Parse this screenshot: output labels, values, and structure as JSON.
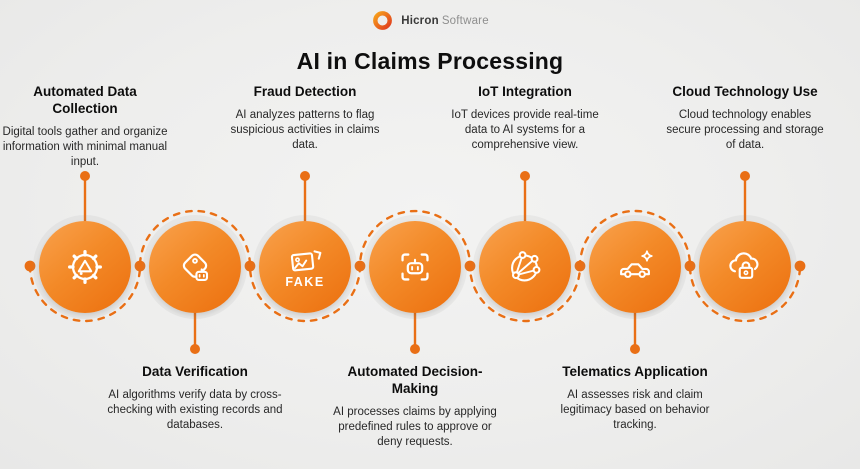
{
  "brand": {
    "name_bold": "Hicron",
    "name_light": "Software"
  },
  "title": "AI in Claims Processing",
  "colors": {
    "background": "#eeeeed",
    "accent": "#e96f15",
    "circle_gradient_start": "#f9a24e",
    "circle_gradient_end": "#ec6f0e",
    "heading_text": "#0d0d0d",
    "body_text": "#282828",
    "logo_gradient_start": "#f7a21b",
    "logo_gradient_end": "#e03c1e"
  },
  "steps": [
    {
      "position": "top",
      "title": "Automated Data Collection",
      "description": "Digital tools gather and organize information with minimal manual input.",
      "icon": "gear-alert-icon"
    },
    {
      "position": "bottom",
      "title": "Data Verification",
      "description": "AI algorithms verify data by cross-checking with existing records and databases.",
      "icon": "tag-robot-icon"
    },
    {
      "position": "top",
      "title": "Fraud Detection",
      "description": "AI analyzes patterns to flag suspicious activities in claims data.",
      "icon": "fake-image-icon",
      "icon_label": "FAKE"
    },
    {
      "position": "bottom",
      "title": "Automated Decision-Making",
      "description": "AI processes claims by applying predefined rules to approve or deny requests.",
      "icon": "robot-scan-icon"
    },
    {
      "position": "top",
      "title": "IoT Integration",
      "description": "IoT devices provide real-time data to AI systems for a comprehensive view.",
      "icon": "network-nodes-icon"
    },
    {
      "position": "bottom",
      "title": "Telematics Application",
      "description": "AI assesses risk and claim legitimacy based on behavior tracking.",
      "icon": "car-sparkle-icon"
    },
    {
      "position": "top",
      "title": "Cloud Technology Use",
      "description": "Cloud technology enables secure processing and storage of data.",
      "icon": "cloud-lock-icon"
    }
  ]
}
